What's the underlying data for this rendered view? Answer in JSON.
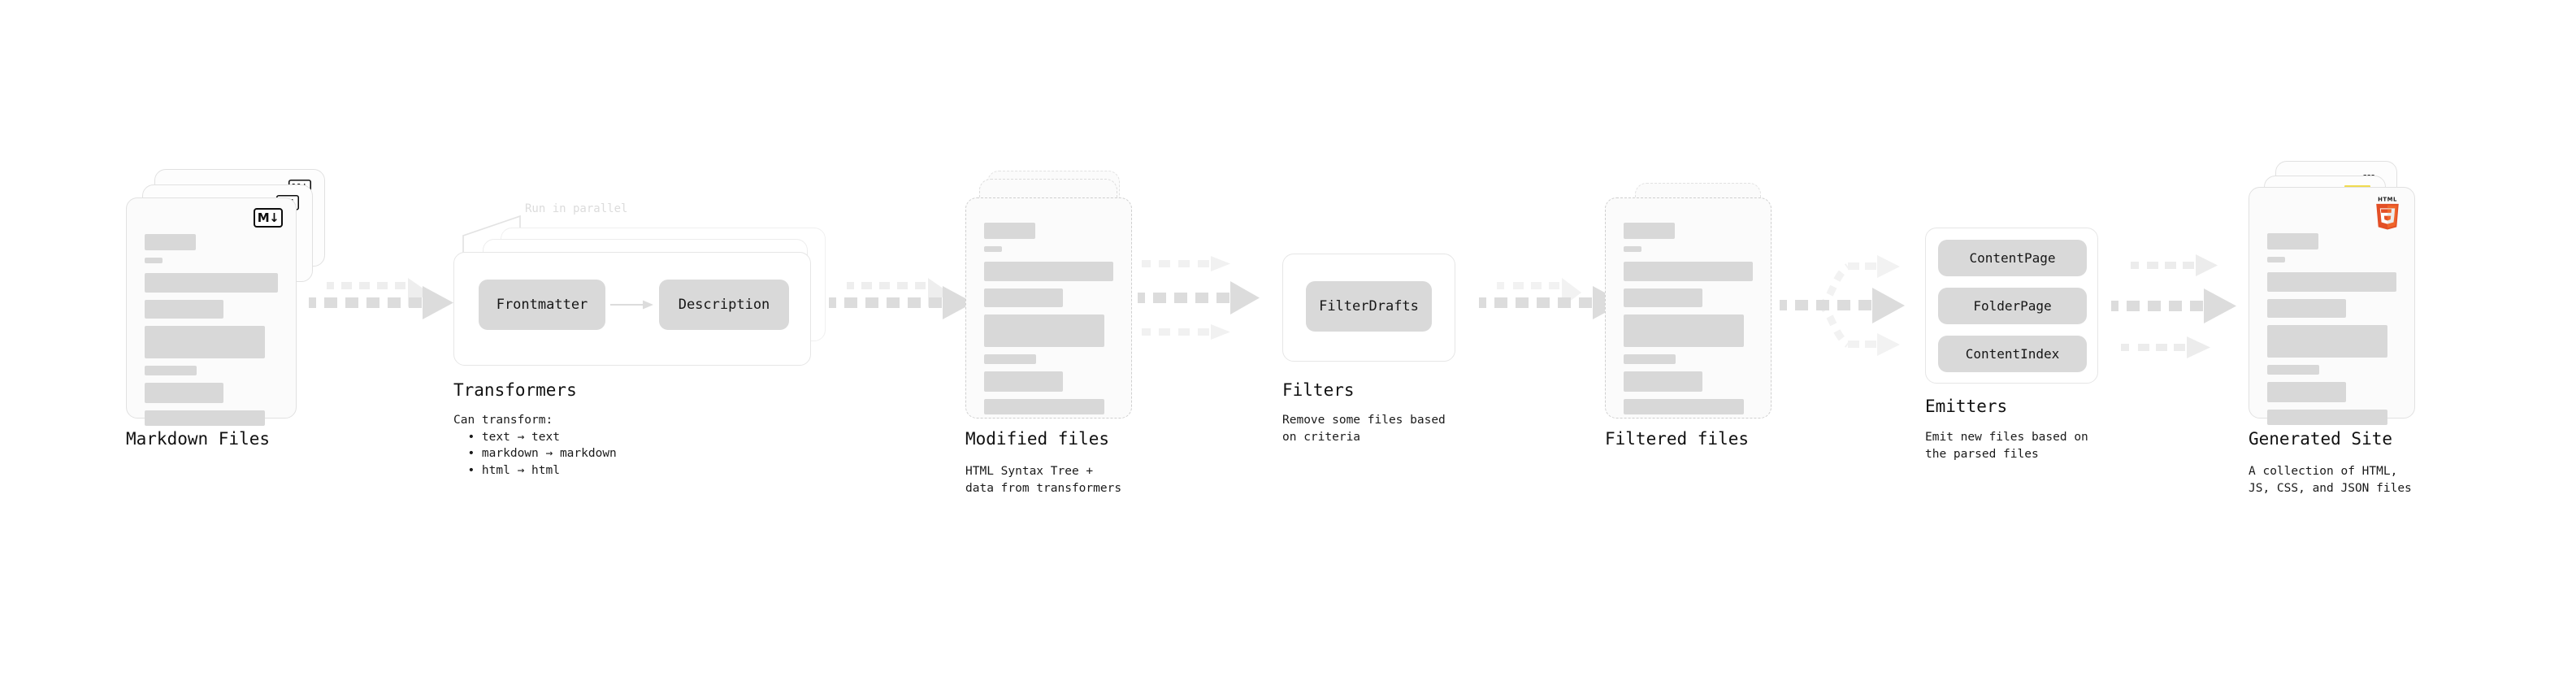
{
  "diagram": {
    "title_hidden": "Quartz content pipeline",
    "arrow_color": "#d9d9d9",
    "chip_color": "#d9d9d9",
    "bar_color": "#d8d8d8",
    "card_border": "#e1e1e1"
  },
  "stages": [
    {
      "id": "markdown-files",
      "label": "Markdown Files",
      "sublabel": "",
      "badge": "markdown-badge",
      "badge_text": "M↓",
      "stack_count": 3
    },
    {
      "id": "transformers",
      "label": "Transformers",
      "sublabel": "Can transform:\n  • text → text\n  • markdown → markdown\n  • html → html",
      "annotation": "Run in parallel",
      "stack_count": 3,
      "chips": [
        "Frontmatter",
        "Description"
      ]
    },
    {
      "id": "modified-files",
      "label": "Modified files",
      "sublabel": "HTML Syntax Tree +\ndata from transformers",
      "stack_count": 3
    },
    {
      "id": "filters",
      "label": "Filters",
      "sublabel": "Remove some files based\non criteria",
      "chips": [
        "FilterDrafts"
      ]
    },
    {
      "id": "filtered-files",
      "label": "Filtered files",
      "sublabel": "",
      "stack_count": 2
    },
    {
      "id": "emitters",
      "label": "Emitters",
      "sublabel": "Emit new files based on\nthe parsed files",
      "chips": [
        "ContentPage",
        "FolderPage",
        "ContentIndex"
      ]
    },
    {
      "id": "generated-site",
      "label": "Generated Site",
      "sublabel": "A collection of HTML,\nJS, CSS, and JSON files",
      "badge": "html5-badge",
      "badges_behind": [
        "js-badge",
        "css-badge"
      ],
      "stack_count": 3
    }
  ],
  "chart_data": {
    "type": "table",
    "title": "Content pipeline stages",
    "categories": [
      "Markdown Files",
      "Transformers",
      "Modified files",
      "Filters",
      "Filtered files",
      "Emitters",
      "Generated Site"
    ],
    "values": [
      3,
      3,
      3,
      1,
      2,
      3,
      3
    ]
  }
}
